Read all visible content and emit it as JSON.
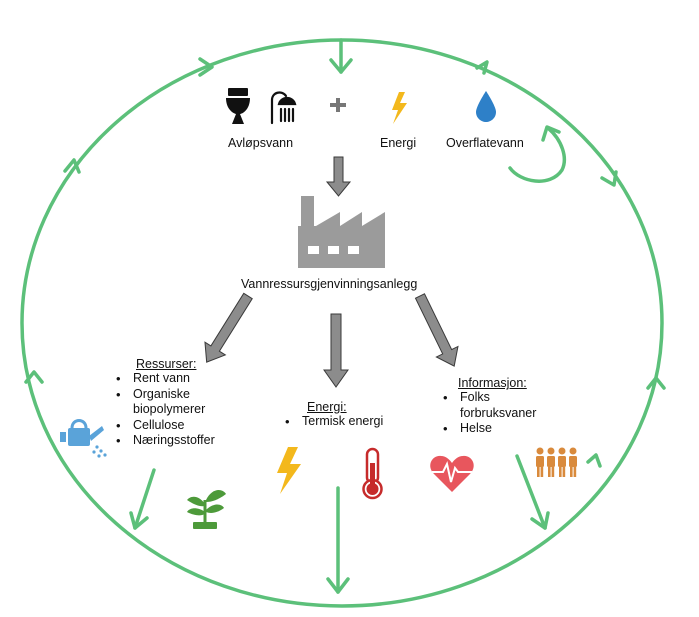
{
  "inputs": {
    "wastewater_label": "Avløpsvann",
    "energy_label": "Energi",
    "surface_water_label": "Overflatevann"
  },
  "plant": {
    "label": "Vannressursgjenvinningsanlegg"
  },
  "resources": {
    "heading": "Ressurser:",
    "items": [
      "Rent vann",
      "Organiske",
      "biopolymerer",
      "Cellulose",
      "Næringsstoffer"
    ]
  },
  "energy_output": {
    "heading": "Energi:",
    "items": [
      "Termisk energi"
    ]
  },
  "information": {
    "heading": "Informasjon:",
    "items": [
      "Folks",
      "forbruksvaner",
      "Helse"
    ]
  },
  "colors": {
    "cycle_green": "#5cc07a",
    "arrow_grey": "#8c8c8c",
    "factory_grey": "#9b9b9b",
    "water_blue": "#2e80c8",
    "energy_yellow": "#f3b81c",
    "thermometer_red": "#c62b2b",
    "heart_red": "#e8565d",
    "plant_green": "#4d9a3a",
    "people_orange": "#d98a3c",
    "can_blue": "#5aa3d9"
  },
  "icons": [
    "toilet-icon",
    "shower-icon",
    "plus-icon",
    "lightning-icon",
    "water-drop-icon",
    "factory-icon",
    "watering-can-icon",
    "plant-sprout-icon",
    "lightning-icon",
    "thermometer-icon",
    "heart-rate-icon",
    "people-group-icon"
  ]
}
